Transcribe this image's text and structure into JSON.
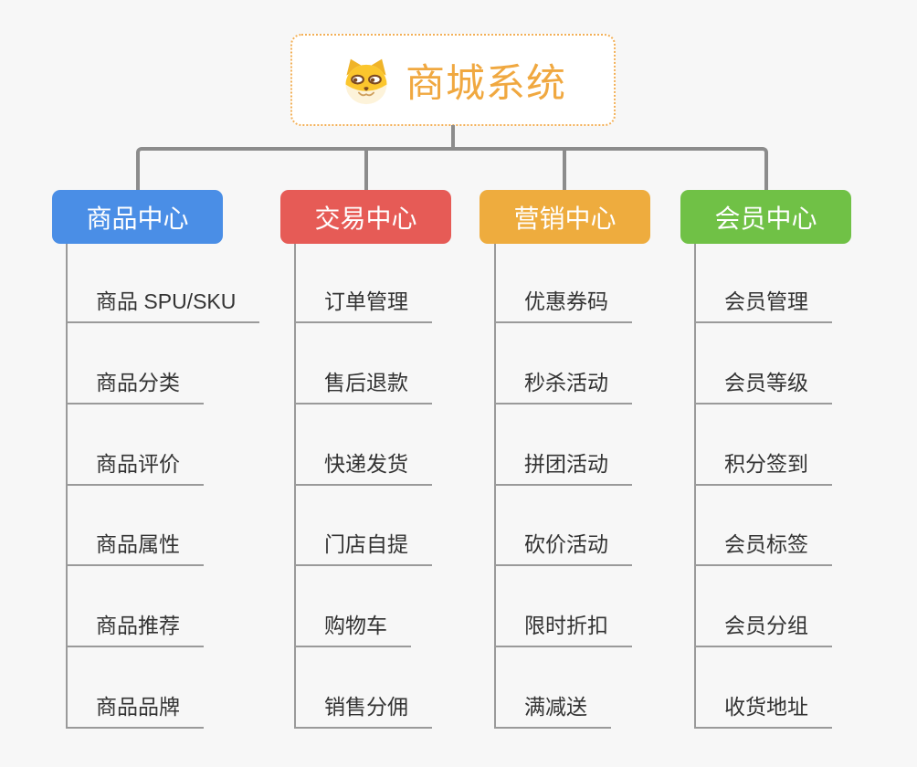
{
  "colors": {
    "background": "#f7f7f7",
    "connector": "#8c8c8c",
    "leaf_underline": "#9a9a9a",
    "root_accent": "#f0a840",
    "root_border": "#f3b057"
  },
  "root": {
    "title": "商城系统",
    "icon": "shiba-dog-icon"
  },
  "branches": [
    {
      "label": "商品中心",
      "color": "#4a8ee6",
      "items": [
        "商品 SPU/SKU",
        "商品分类",
        "商品评价",
        "商品属性",
        "商品推荐",
        "商品品牌"
      ]
    },
    {
      "label": "交易中心",
      "color": "#e65b56",
      "items": [
        "订单管理",
        "售后退款",
        "快递发货",
        "门店自提",
        "购物车",
        "销售分佣"
      ]
    },
    {
      "label": "营销中心",
      "color": "#eeac3e",
      "items": [
        "优惠券码",
        "秒杀活动",
        "拼团活动",
        "砍价活动",
        "限时折扣",
        "满减送"
      ]
    },
    {
      "label": "会员中心",
      "color": "#70c146",
      "items": [
        "会员管理",
        "会员等级",
        "积分签到",
        "会员标签",
        "会员分组",
        "收货地址"
      ]
    }
  ]
}
